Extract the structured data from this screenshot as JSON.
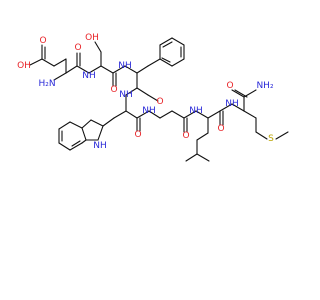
{
  "molecule": {
    "colors": {
      "bond": "#111111",
      "oxygen": "#e8252a",
      "nitrogen": "#2a2ad8",
      "sulfur": "#b9a300",
      "carbon": "#111111",
      "background": "#ffffff"
    },
    "labels": {
      "acid_oh": "OH",
      "acid_o": "O",
      "asp_nh2": "H₂N",
      "asp_amide_o": "O",
      "nh_1": "NH",
      "ser_oh": "OH",
      "ser_amide_o": "O",
      "nh_2": "NH",
      "phe_amide_o": "O",
      "nh_3": "NH",
      "trp_amide_o": "O",
      "nh_4": "NH",
      "indole_nh": "NH",
      "bala_amide_o": "O",
      "nh_5": "NH",
      "leu_amide_o": "O",
      "nh_6": "NH",
      "met_amide_o": "O",
      "amide_nh2": "NH₂",
      "met_s": "S"
    }
  }
}
